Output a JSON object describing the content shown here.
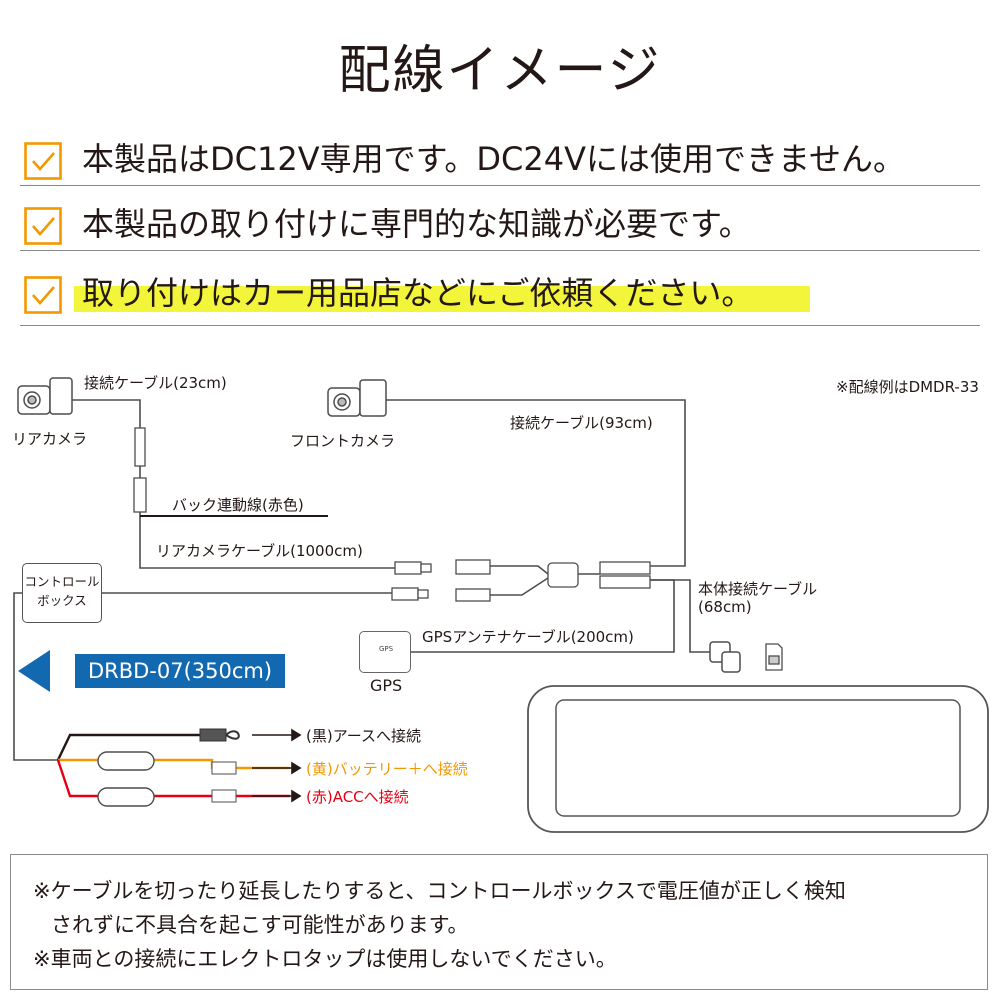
{
  "colors": {
    "accent_orange": "#f39800",
    "highlight_yellow": "#f2f53a",
    "label_blue": "#1369b0",
    "wire_yellow": "#f39800",
    "wire_red": "#e60012",
    "text_dark": "#231815"
  },
  "title": "配線イメージ",
  "notices": [
    {
      "icon": "checkbox-icon",
      "text": "本製品はDC12V専用です。DC24Vには使用できません。"
    },
    {
      "icon": "checkbox-icon",
      "text": "本製品の取り付けに専門的な知識が必要です。"
    },
    {
      "icon": "checkbox-icon",
      "text": "取り付けはカー用品店などにご依頼ください。"
    }
  ],
  "diagram": {
    "note": "※配線例はDMDR-33",
    "rear_camera": "リアカメラ",
    "rear_cable": "接続ケーブル(23cm)",
    "front_camera": "フロントカメラ",
    "front_cable": "接続ケーブル(93cm)",
    "back_line": "バック連動線(赤色)",
    "rear_camera_cable": "リアカメラケーブル(1000cm)",
    "control_box_line1": "コントロール",
    "control_box_line2": "ボックス",
    "main_cable_line1": "本体接続ケーブル",
    "main_cable_line2": "(68cm)",
    "gps_cable": "GPSアンテナケーブル(200cm)",
    "gps_small": "GPS",
    "gps_label": "GPS",
    "drbd": "DRBD-07(350cm)",
    "wire_black": "(黒)アースへ接続",
    "wire_yellow": "(黄)バッテリー＋へ接続",
    "wire_red": "(赤)ACCへ接続"
  },
  "footer": {
    "line1": "※ケーブルを切ったり延長したりすると、コントロールボックスで電圧値が正しく検知",
    "line2": "されずに不具合を起こす可能性があります。",
    "line3": "※車両との接続にエレクトロタップは使用しないでください。"
  }
}
